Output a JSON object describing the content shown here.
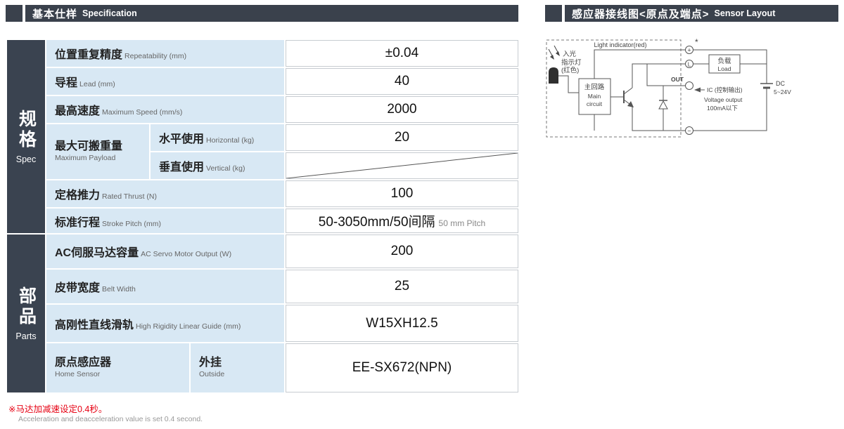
{
  "headers": {
    "spec_zh": "基本仕样",
    "spec_en": "Specification",
    "sensor_zh": "感应器接线图<原点及端点>",
    "sensor_en": "Sensor Layout"
  },
  "side": {
    "spec_zh": "规格",
    "spec_en": "Spec",
    "parts_zh": "部品",
    "parts_en": "Parts"
  },
  "table": {
    "rows": [
      {
        "zh": "位置重复精度",
        "en": "Repeatability (mm)",
        "value": "±0.04"
      },
      {
        "zh": "导程",
        "en": "Lead (mm)",
        "value": "40"
      },
      {
        "zh": "最高速度",
        "en": "Maximum Speed (mm/s)",
        "value": "2000"
      },
      {
        "zh": "最大可搬重量",
        "en": "Maximum Payload",
        "sub_zh": "水平使用",
        "sub_en": "Horizontal (kg)",
        "value": "20"
      },
      {
        "sub_zh": "垂直使用",
        "sub_en": "Vertical (kg)",
        "value": ""
      },
      {
        "zh": "定格推力",
        "en": "Rated Thrust (N)",
        "value": "100"
      },
      {
        "zh": "标准行程",
        "en": "Stroke Pitch (mm)",
        "value": "50-3050mm/50间隔",
        "value_small": "50 mm Pitch"
      },
      {
        "zh": "AC伺服马达容量",
        "en": "AC Servo Motor Output (W)",
        "value": "200"
      },
      {
        "zh": "皮带宽度",
        "en": "Belt Width",
        "value": "25"
      },
      {
        "zh": "高刚性直线滑轨",
        "en": "High Rigidity Linear Guide (mm)",
        "value": "W15XH12.5"
      },
      {
        "zh": "原点感应器",
        "en": "Home Sensor",
        "sub_zh": "外挂",
        "sub_en": "Outside",
        "value": "EE-SX672(NPN)"
      }
    ]
  },
  "footnote": {
    "zh": "※马达加减速设定0.4秒。",
    "en": "Acceleration and deacceleration value is set 0.4 second."
  },
  "diagram": {
    "light_indicator": "Light indicator(red)",
    "incident_light": "入光",
    "indicator_lamp": "指示灯",
    "red_color": "(红色)",
    "main_circuit_zh": "主回路",
    "main_circuit_en_1": "Main",
    "main_circuit_en_2": "circuit",
    "out_label": "OUT",
    "ic_label": "IC (控制输出)",
    "voltage_output": "Voltage output",
    "current_limit": "100mA以下",
    "load_zh": "负载",
    "load_en": "Load",
    "dc_label": "DC",
    "dc_voltage": "5~24V",
    "asterisk": "*",
    "terminal_plus": "+",
    "terminal_l": "L",
    "terminal_minus": "−"
  },
  "colors": {
    "header_bg": "#3a414c",
    "side_bg": "#3a4350",
    "cell_blue": "#d8e8f4",
    "note_red": "#e60012"
  }
}
